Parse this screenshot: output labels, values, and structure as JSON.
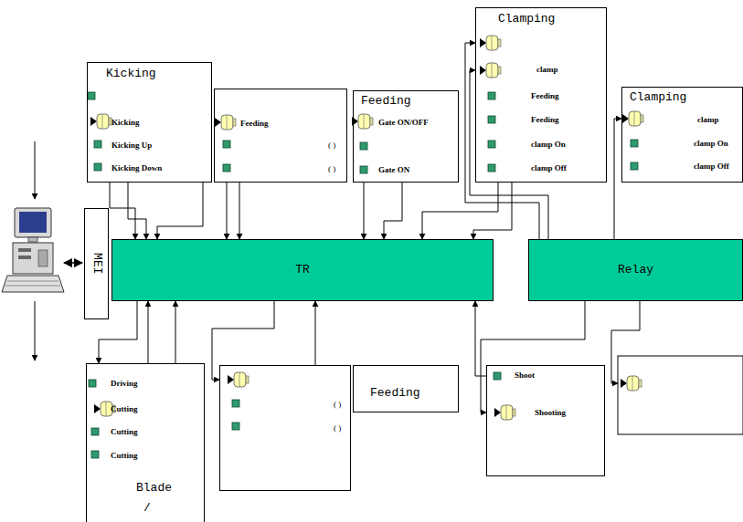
{
  "diagram": {
    "nodes": [
      {
        "text": [
          "Kicking",
          "Kicking",
          "Kicking Up",
          "Kicking Down"
        ]
      },
      {
        "text": [
          "Feeding",
          "( )",
          "( )"
        ]
      },
      {
        "text": [
          "Feeding",
          "Gate ON/OFF",
          "Gate ON"
        ]
      },
      {
        "text": [
          "Clamping",
          "clamp",
          "Feeding",
          "Feeding",
          "clamp On",
          "clamp Off"
        ]
      },
      {
        "text": [
          "Clamping",
          "clamp",
          "clamp On",
          "clamp Off"
        ]
      },
      {
        "text": [
          "MEI"
        ]
      },
      {
        "text": [
          "TR"
        ]
      },
      {
        "text": [
          "Relay"
        ]
      },
      {
        "text": [
          "Driving",
          "Cutting",
          "Cutting",
          "Cutting",
          "Blade",
          "/"
        ]
      },
      {
        "text": [
          "( )",
          "( )"
        ]
      },
      {
        "text": [
          "Feeding"
        ]
      },
      {
        "text": [
          "Shoot",
          "Shooting"
        ]
      }
    ],
    "edges": [
      {
        "from": 0,
        "to": 6,
        "arrow": "to"
      },
      {
        "from": 0,
        "to": 6,
        "arrow": "to"
      },
      {
        "from": 0,
        "to": 6,
        "arrow": "to"
      },
      {
        "from": 1,
        "to": 6,
        "arrow": "to"
      },
      {
        "from": 1,
        "to": 6,
        "arrow": "to"
      },
      {
        "from": 2,
        "to": 6,
        "arrow": "to"
      },
      {
        "from": 2,
        "to": 6,
        "arrow": "to"
      },
      {
        "from": 3,
        "to": 6,
        "arrow": "to"
      },
      {
        "from": 3,
        "to": 6,
        "arrow": "to"
      },
      {
        "from": 7,
        "to": 3,
        "arrow": "to"
      },
      {
        "from": 7,
        "to": 3,
        "arrow": "to"
      },
      {
        "from": 7,
        "to": 4,
        "arrow": "to"
      },
      {
        "from": 6,
        "to": 8,
        "arrow": "to"
      },
      {
        "from": 8,
        "to": 6,
        "arrow": "to"
      },
      {
        "from": 8,
        "to": 6,
        "arrow": "to"
      },
      {
        "from": 9,
        "to": 6,
        "arrow": "to"
      },
      {
        "from": 6,
        "to": 9,
        "arrow": "to"
      },
      {
        "from": 11,
        "to": 6,
        "arrow": "to"
      },
      {
        "from": 7,
        "to": 11,
        "arrow": "to"
      }
    ]
  }
}
